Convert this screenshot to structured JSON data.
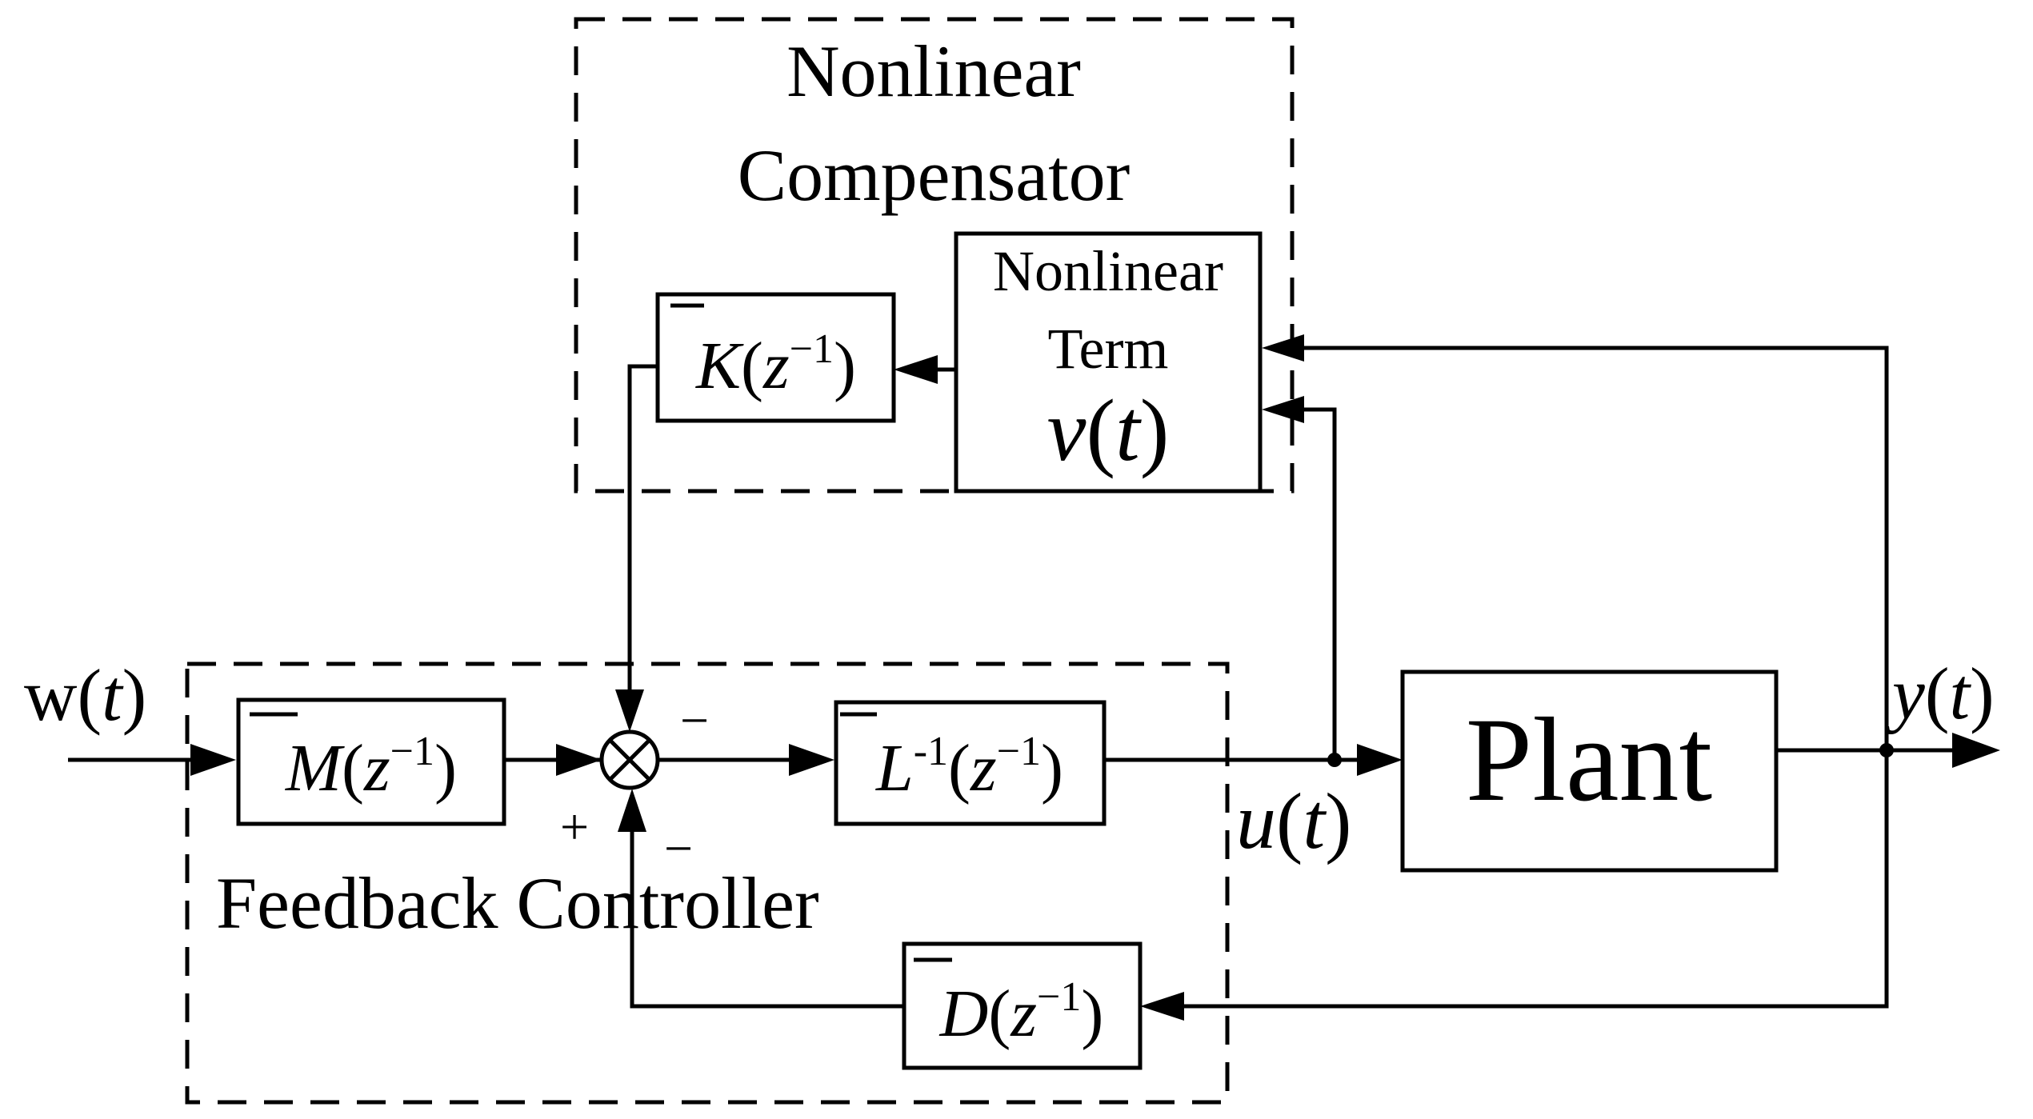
{
  "groups": {
    "compensator_line1": "Nonlinear",
    "compensator_line2": "Compensator",
    "feedback_controller": "Feedback Controller"
  },
  "blocks": {
    "nonlinear_term_line1": "Nonlinear",
    "nonlinear_term_line2": "Term",
    "nonlinear_term_var": "v",
    "k_symbol": "K",
    "m_symbol": "M",
    "l_symbol": "L",
    "l_exponent": "-1",
    "d_symbol": "D",
    "z_var": "z",
    "z_exponent": "−1",
    "plant": "Plant"
  },
  "signals": {
    "input_name": "w",
    "input_arg": "t",
    "control_name": "u",
    "control_arg": "t",
    "output_name": "y",
    "output_arg": "t"
  },
  "summing_junction": {
    "sign_top": "−",
    "sign_left": "+",
    "sign_bottom": "−"
  }
}
